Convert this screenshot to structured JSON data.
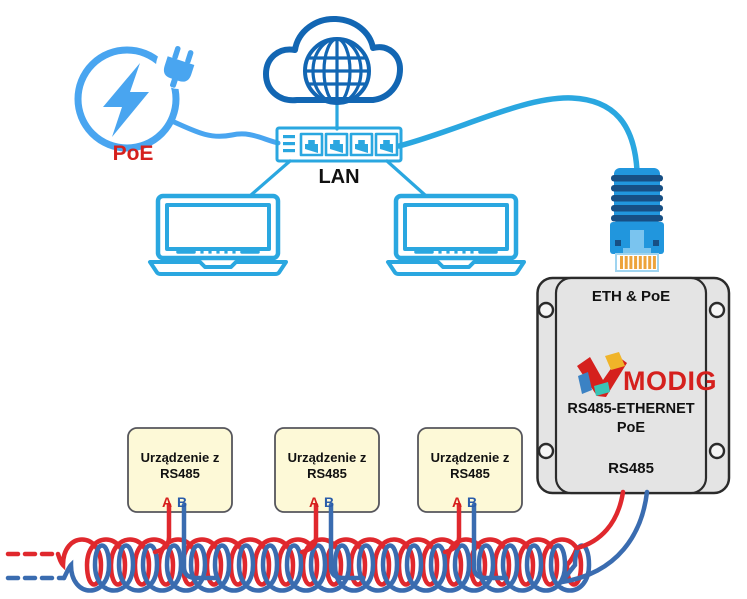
{
  "colors": {
    "light_blue": "#2aa7e0",
    "poe_blue": "#49a5f0",
    "dark_blue": "#1266b3",
    "wire_red": "#e0282d",
    "wire_blue": "#3a6cb0",
    "label_red": "#d5201d",
    "label_blue": "#2a5caa",
    "box_cream": "#fdf9d7",
    "box_border": "#56565c",
    "device_gray": "#e4e4e4",
    "device_border": "#2b2b2b",
    "rj45_body": "#2196dd",
    "rj45_dark": "#174f84",
    "rj45_tab": "#7ac4ef",
    "rj45_pin": "#eda33b"
  },
  "power": {
    "label": "PoE",
    "icon": "power-plug-in-circle-icon"
  },
  "internet": {
    "icon": "cloud-globe-icon"
  },
  "lan": {
    "label": "LAN",
    "switch_icon": "ethernet-switch-icon",
    "laptop_icon": "laptop-icon",
    "connector_icon": "rj45-connector-icon"
  },
  "gateway": {
    "port_top_label": "ETH & PoE",
    "brand": "MODIG",
    "logo_icon": "modig-m-logo-icon",
    "model_line1": "RS485-ETHERNET",
    "model_line2": "PoE",
    "port_bottom_label": "RS485"
  },
  "rs485_devices": {
    "items": [
      {
        "label_line1": "Urządzenie z",
        "label_line2": "RS485",
        "terminal_a": "A",
        "terminal_b": "B"
      },
      {
        "label_line1": "Urządzenie z",
        "label_line2": "RS485",
        "terminal_a": "A",
        "terminal_b": "B"
      },
      {
        "label_line1": "Urządzenie z",
        "label_line2": "RS485",
        "terminal_a": "A",
        "terminal_b": "B"
      }
    ]
  }
}
